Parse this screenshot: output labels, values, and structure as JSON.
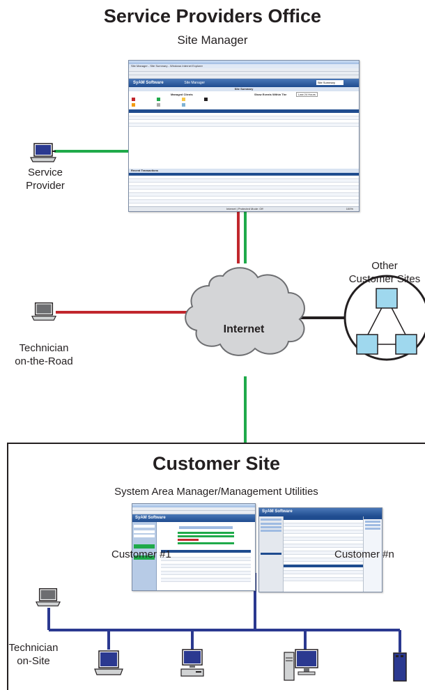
{
  "top": {
    "title": "Service Providers Office",
    "subtitle": "Site Manager",
    "screenshot": {
      "window_title": "Site Manager - Site Summary - Windows Internet Explorer",
      "brand": "SyAM Software",
      "page": "Site Manager",
      "dropdown": "Site Summary",
      "section": "Site Summary",
      "managed_clients_label": "Managed Clients",
      "events_label": "Show Events Within The",
      "events_range": "Last 24 Hours",
      "transactions_label": "Recent Transactions",
      "status_bar": "Internet | Protected Mode: Off",
      "zoom": "100%"
    }
  },
  "labels": {
    "service_provider": [
      "Service",
      "Provider"
    ],
    "technician_road": [
      "Technician",
      "on-the-Road"
    ],
    "other_sites": [
      "Other",
      "Customer Sites"
    ],
    "internet": "Internet"
  },
  "customer": {
    "title": "Customer Site",
    "subtitle": "System Area Manager/Management Utilities",
    "customer_1": "Customer #1",
    "customer_n": "Customer #n",
    "technician_site": [
      "Technician",
      "on-Site"
    ],
    "screenshot_left_brand": "SyAM Software",
    "screenshot_right_brand": "SyAM Software"
  },
  "colors": {
    "green_link": "#1faa4a",
    "red_link": "#c1272d",
    "black_link": "#231f20",
    "blue_lan": "#2b3990",
    "node_fill": "#9fd8ee"
  },
  "icons": [
    "laptop-icon",
    "cloud-icon",
    "network-nodes-icon",
    "printer-icon",
    "workstation-icon",
    "server-device-icon"
  ]
}
